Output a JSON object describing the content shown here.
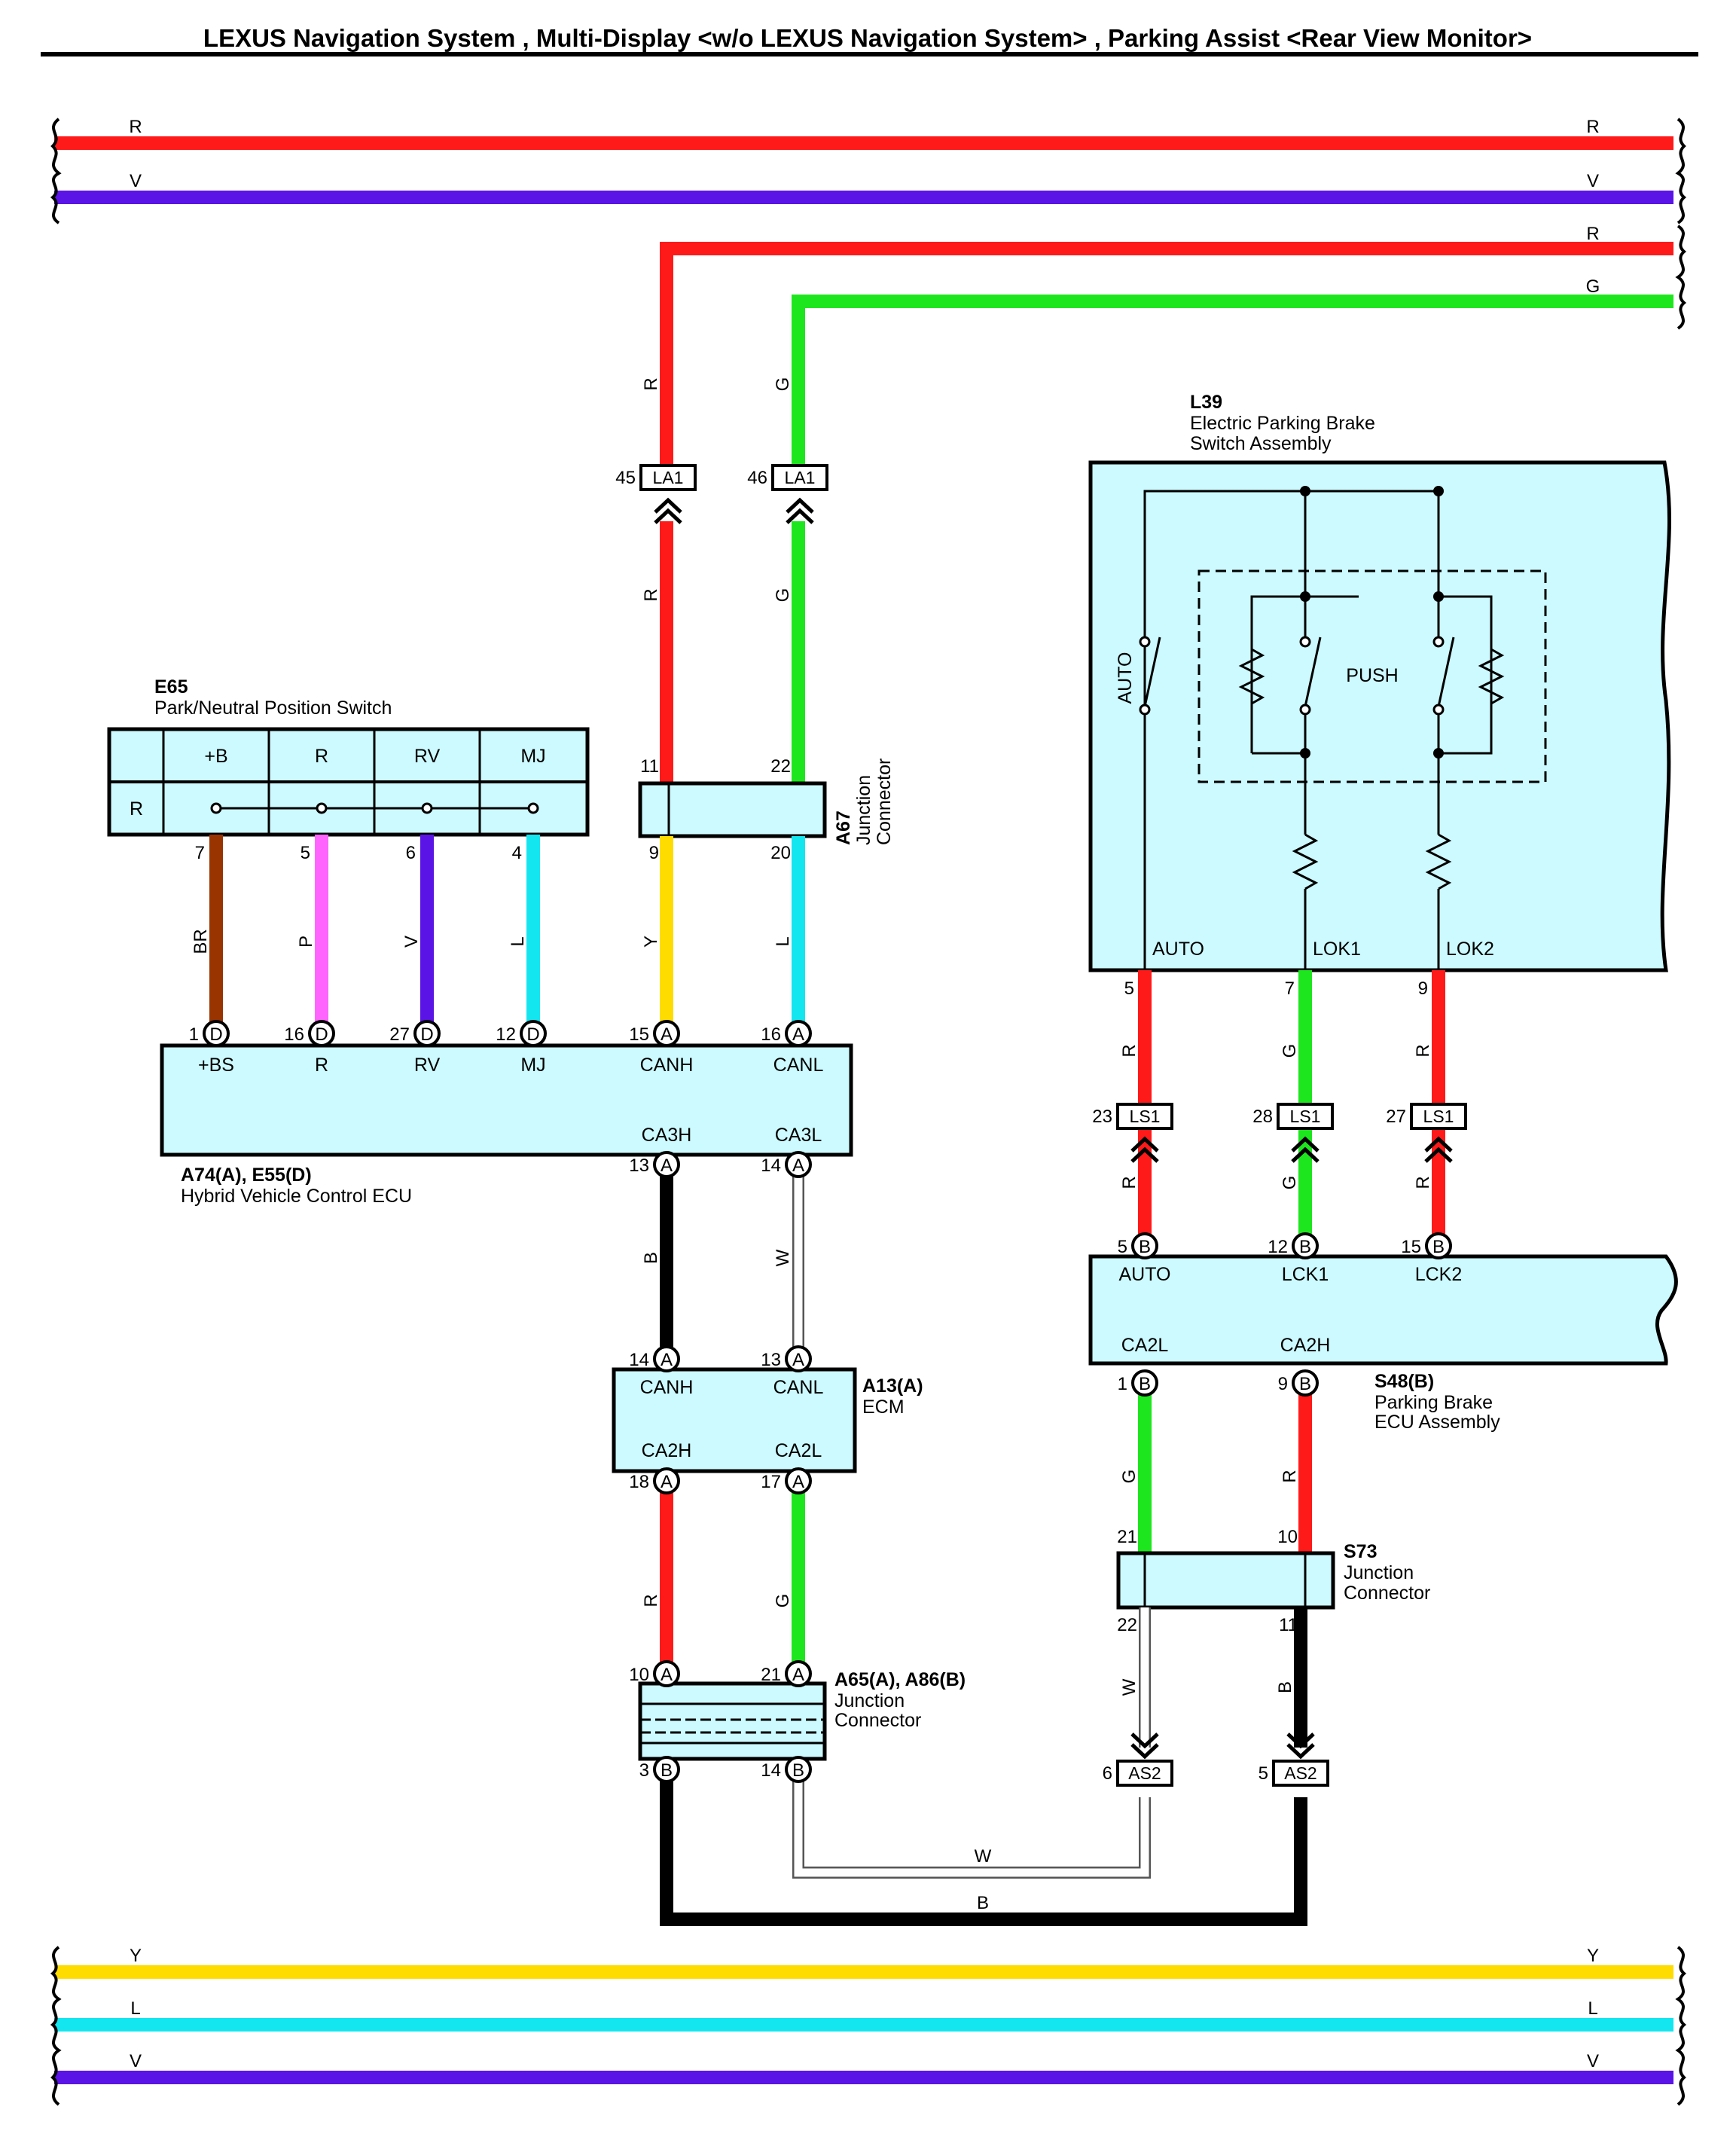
{
  "title": "LEXUS Navigation System , Multi-Display <w/o LEXUS Navigation System> , Parking Assist <Rear View Monitor>",
  "colors": {
    "R": "#ff1a1a",
    "V": "#5a14e6",
    "G": "#1ee61e",
    "Y": "#ffdc00",
    "L": "#14e6f0",
    "P": "#ff64ff",
    "BR": "#993300",
    "B": "#000000",
    "W": "#ffffff",
    "box_fill": "#ccfaff"
  },
  "wire_colors": {
    "R": "R",
    "V": "V",
    "G": "G",
    "Y": "Y",
    "L": "L",
    "P": "P",
    "BR": "BR",
    "B": "B",
    "W": "W"
  },
  "components": {
    "e65": {
      "code": "E65",
      "name": "Park/Neutral Position Switch",
      "terminals": [
        "+B",
        "R",
        "RV",
        "MJ"
      ],
      "row_label": "R",
      "pins": [
        "7",
        "5",
        "6",
        "4"
      ]
    },
    "a67": {
      "code": "A67",
      "name_1": "Junction",
      "name_2": "Connector",
      "pins": [
        "11",
        "22",
        "9",
        "20"
      ]
    },
    "hv_ecu": {
      "code": "A74(A), E55(D)",
      "name": "Hybrid Vehicle Control ECU",
      "terminals_top": [
        "+BS",
        "R",
        "RV",
        "MJ",
        "CANH",
        "CANL"
      ],
      "terminals_bottom": [
        "CA3H",
        "CA3L"
      ],
      "pins_top": [
        "1",
        "16",
        "27",
        "12",
        "15",
        "16"
      ],
      "conn_top": [
        "D",
        "D",
        "D",
        "D",
        "A",
        "A"
      ],
      "pins_bottom": [
        "13",
        "14"
      ],
      "conn_bottom": [
        "A",
        "A"
      ]
    },
    "ecm": {
      "code": "A13(A)",
      "name": "ECM",
      "terminals_top": [
        "CANH",
        "CANL"
      ],
      "terminals_bottom": [
        "CA2H",
        "CA2L"
      ],
      "pins_top": [
        "14",
        "13"
      ],
      "pins_bottom": [
        "18",
        "17"
      ],
      "conn": "A"
    },
    "a65": {
      "code": "A65(A), A86(B)",
      "name_1": "Junction",
      "name_2": "Connector",
      "pins_top": [
        "10",
        "21"
      ],
      "conn_top": "A",
      "pins_bottom": [
        "3",
        "14"
      ],
      "conn_bottom": "B"
    },
    "l39": {
      "code": "L39",
      "name_1": "Electric Parking Brake",
      "name_2": "Switch Assembly",
      "terminals": [
        "AUTO",
        "LOK1",
        "LOK2"
      ],
      "switch_auto": "AUTO",
      "push": "PUSH",
      "pins": [
        "5",
        "7",
        "9"
      ]
    },
    "s48": {
      "code": "S48(B)",
      "name_1": "Parking Brake",
      "name_2": "ECU Assembly",
      "terminals_top": [
        "AUTO",
        "LCK1",
        "LCK2"
      ],
      "terminals_bottom": [
        "CA2L",
        "CA2H"
      ],
      "pins_top": [
        "5",
        "12",
        "15"
      ],
      "pins_bottom": [
        "1",
        "9"
      ],
      "conn": "B"
    },
    "s73": {
      "code": "S73",
      "name_1": "Junction",
      "name_2": "Connector",
      "pins": [
        "21",
        "10",
        "22",
        "11"
      ]
    }
  },
  "connectors": {
    "la1": {
      "id": "LA1",
      "pins": [
        "45",
        "46"
      ]
    },
    "ls1": {
      "id": "LS1",
      "pins": [
        "23",
        "28",
        "27"
      ]
    },
    "as2": {
      "id": "AS2",
      "pins": [
        "6",
        "5"
      ]
    }
  }
}
